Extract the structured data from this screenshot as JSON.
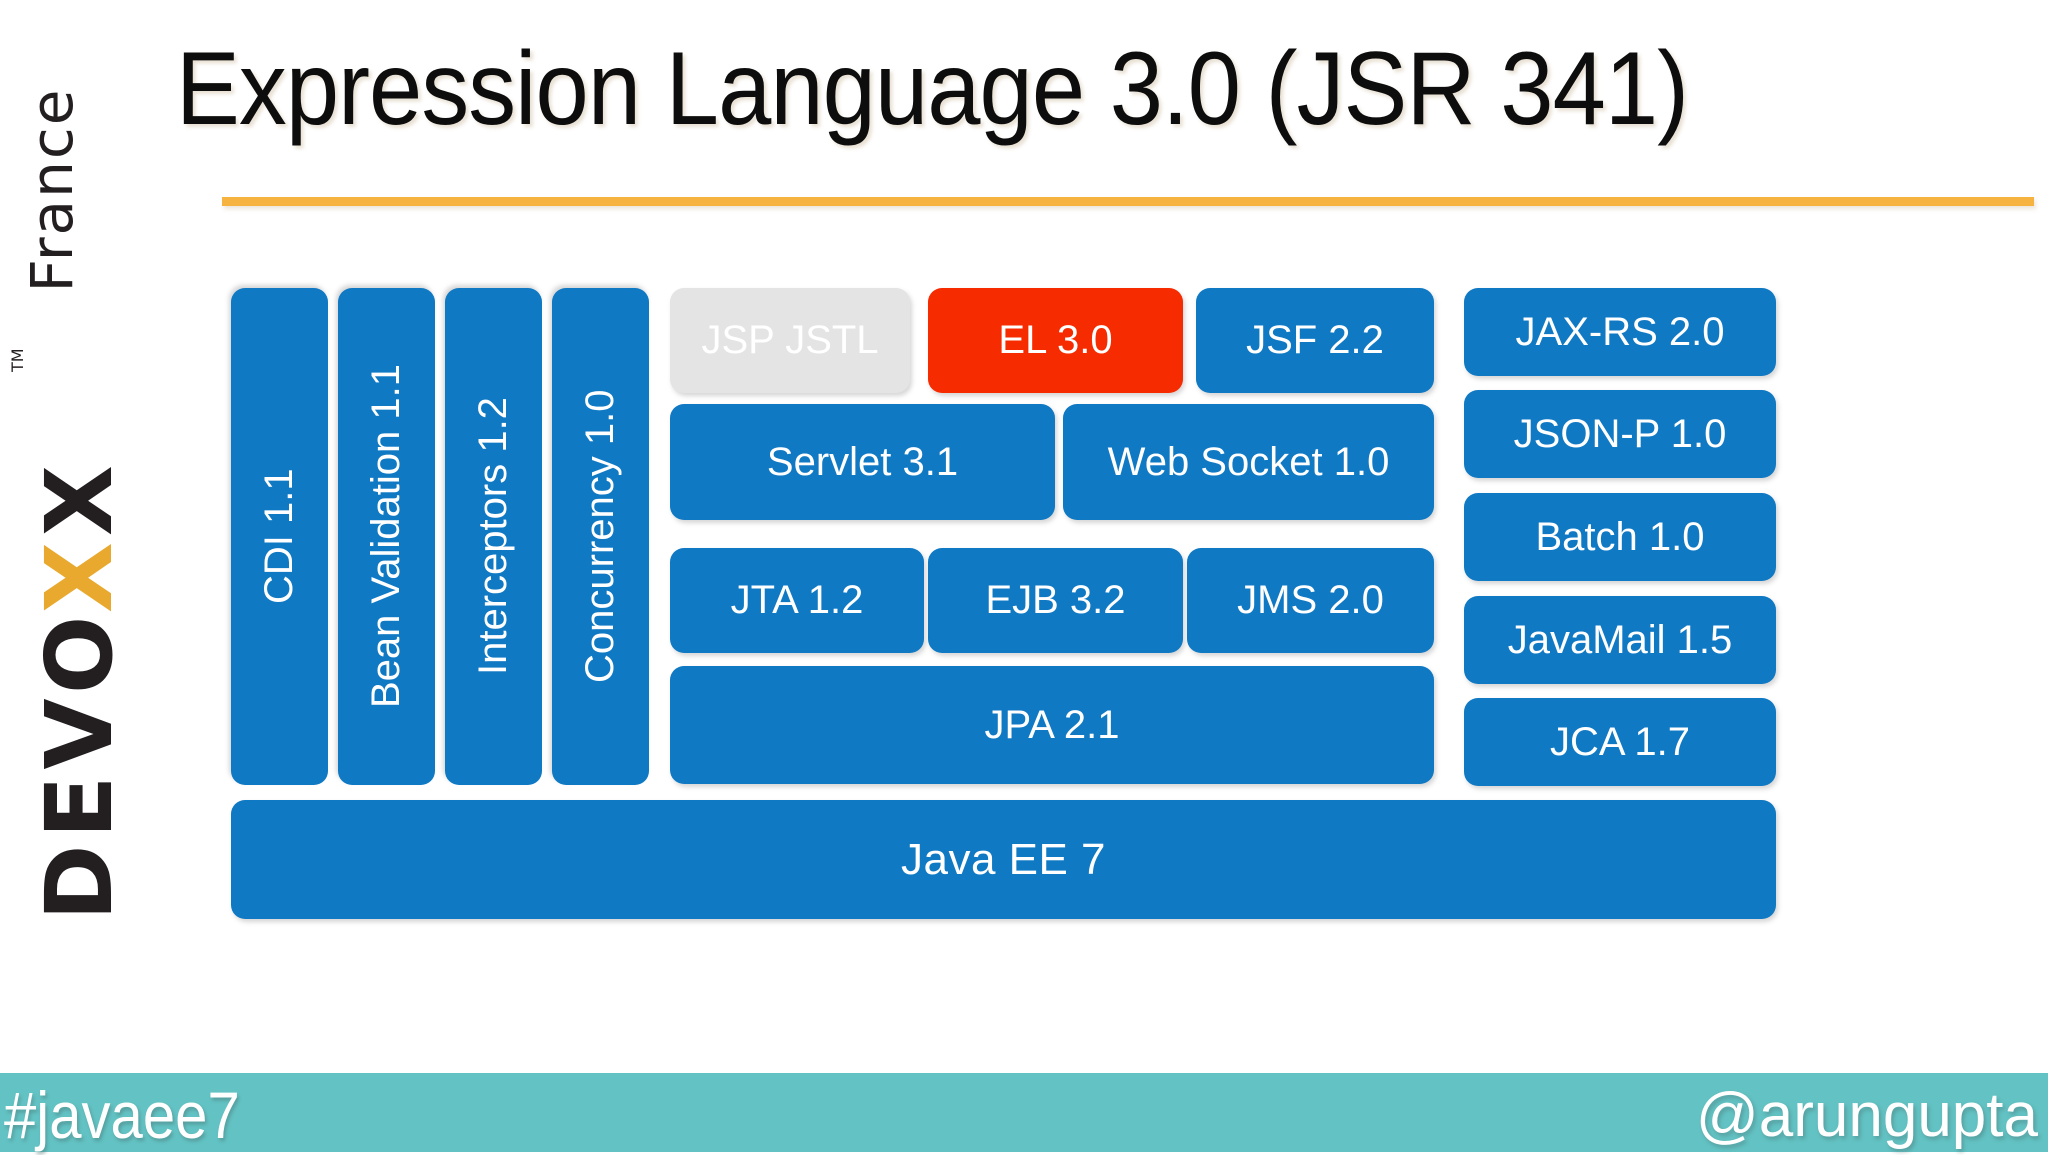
{
  "logo": {
    "brand": "DEVOXX",
    "brand_prefix": "DEVO",
    "brand_x1": "X",
    "brand_x2": "X",
    "location": "France",
    "trademark": "TM",
    "gold_color": "#e8a92e",
    "ink_color": "#231f20"
  },
  "title": {
    "text": "Expression Language 3.0 (JSR 341)",
    "rule_color": "#f7b340"
  },
  "diagram": {
    "colors": {
      "box_blue": "#1079c4",
      "box_gray": "#e4e4e4",
      "box_red": "#f62b00",
      "box_text": "#ffffff"
    },
    "left_column": [
      {
        "label": "CDI 1.1"
      },
      {
        "label": "Bean Validation 1.1"
      },
      {
        "label": "Interceptors 1.2"
      },
      {
        "label": "Concurrency 1.0"
      }
    ],
    "web_row": [
      {
        "label": "JSP JSTL",
        "state": "gray"
      },
      {
        "label": "EL 3.0",
        "state": "red"
      },
      {
        "label": "JSF 2.2",
        "state": "blue"
      }
    ],
    "middle_row": [
      {
        "label": "Servlet 3.1",
        "state": "blue"
      },
      {
        "label": "Web Socket 1.0",
        "state": "blue"
      }
    ],
    "enterprise_row": [
      {
        "label": "JTA 1.2",
        "state": "blue"
      },
      {
        "label": "EJB 3.2",
        "state": "blue"
      },
      {
        "label": "JMS 2.0",
        "state": "blue"
      }
    ],
    "persistence_row": [
      {
        "label": "JPA 2.1",
        "state": "blue"
      }
    ],
    "right_column": [
      {
        "label": "JAX-RS 2.0"
      },
      {
        "label": "JSON-P 1.0"
      },
      {
        "label": "Batch 1.0"
      },
      {
        "label": "JavaMail 1.5"
      },
      {
        "label": "JCA 1.7"
      }
    ],
    "platform": {
      "label": "Java EE 7"
    }
  },
  "footer": {
    "hashtag": "#javaee7",
    "handle": "@arungupta",
    "background_color": "#63c3c4"
  }
}
